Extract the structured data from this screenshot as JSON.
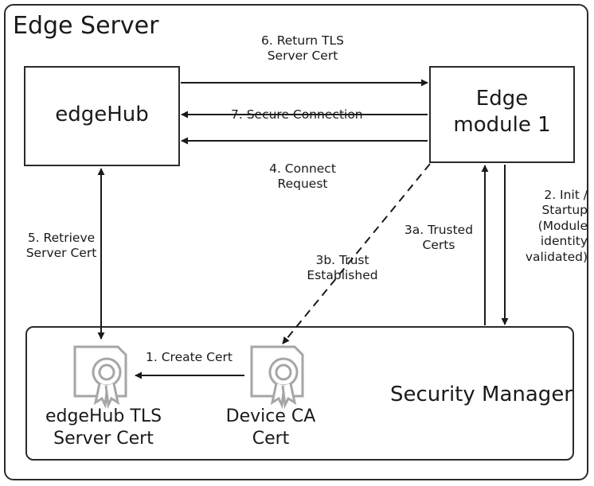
{
  "container_title": "Edge Server",
  "nodes": {
    "edgehub": "edgeHub",
    "module": "Edge\nmodule 1",
    "security_manager": "Security Manager",
    "edgehub_cert": "edgeHub TLS\nServer Cert",
    "device_ca_cert": "Device CA\nCert"
  },
  "edges": {
    "e1": "1. Create Cert",
    "e2": "2. Init /\nStartup\n(Module\nidentity\nvalidated)",
    "e3a": "3a. Trusted\nCerts",
    "e3b": "3b. Trust\nEstablished",
    "e4": "4. Connect\nRequest",
    "e5": "5. Retrieve\nServer Cert",
    "e6": "6. Return TLS\nServer Cert",
    "e7": "7. Secure Connection"
  },
  "colors": {
    "line": "#1a1a1a",
    "icon": "#a6a6a6"
  }
}
